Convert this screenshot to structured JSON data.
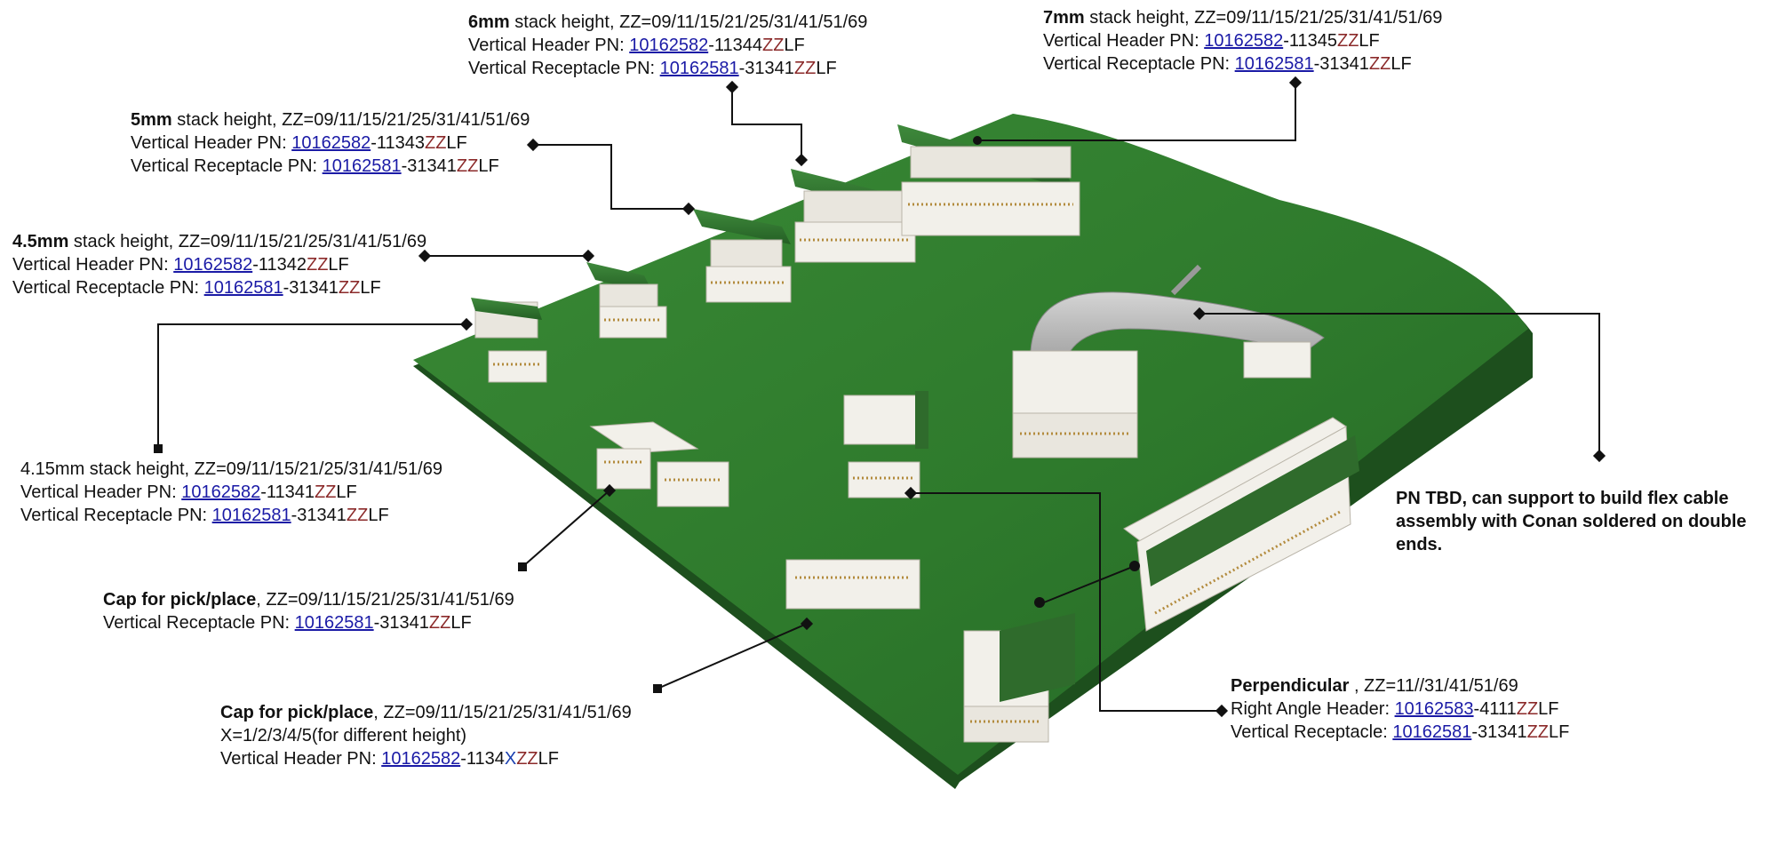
{
  "colors": {
    "pcb": "#2f7a2d",
    "pcb_dark": "#1f5a1f",
    "pn_link": "#1a1aa6",
    "zz": "#8b2a2a",
    "x": "#1a3fb0",
    "connector": "#f2f0ea",
    "flex": "#bfbfbf"
  },
  "c6": {
    "bold": "6mm",
    "rest": " stack height, ZZ=09/11/15/21/25/31/41/51/69",
    "h_label": "Vertical Header PN: ",
    "h_pn": "10162582",
    "h_suffix": "-11344",
    "h_zz": "ZZ",
    "h_end": "LF",
    "r_label": "Vertical Receptacle PN: ",
    "r_pn": "10162581",
    "r_suffix": "-31341",
    "r_zz": "ZZ",
    "r_end": "LF"
  },
  "c7": {
    "bold": "7mm",
    "rest": " stack height, ZZ=09/11/15/21/25/31/41/51/69",
    "h_label": "Vertical Header PN: ",
    "h_pn": "10162582",
    "h_suffix": "-11345",
    "h_zz": "ZZ",
    "h_end": "LF",
    "r_label": "Vertical Receptacle PN: ",
    "r_pn": "10162581",
    "r_suffix": "-31341",
    "r_zz": "ZZ",
    "r_end": "LF"
  },
  "c5": {
    "bold": "5mm",
    "rest": " stack height, ZZ=09/11/15/21/25/31/41/51/69",
    "h_label": "Vertical Header PN: ",
    "h_pn": "10162582",
    "h_suffix": "-11343",
    "h_zz": "ZZ",
    "h_end": "LF",
    "r_label": "Vertical Receptacle PN: ",
    "r_pn": "10162581",
    "r_suffix": "-31341",
    "r_zz": "ZZ",
    "r_end": "LF"
  },
  "c45": {
    "bold": "4.5mm",
    "rest": " stack height, ZZ=09/11/15/21/25/31/41/51/69",
    "h_label": "Vertical Header PN: ",
    "h_pn": "10162582",
    "h_suffix": "-11342",
    "h_zz": "ZZ",
    "h_end": "LF",
    "r_label": "Vertical Receptacle PN: ",
    "r_pn": "10162581",
    "r_suffix": "-31341",
    "r_zz": "ZZ",
    "r_end": "LF"
  },
  "c415": {
    "title": "4.15mm stack height, ZZ=09/11/15/21/25/31/41/51/69",
    "h_label": "Vertical Header PN: ",
    "h_pn": "10162582",
    "h_suffix": "-11341",
    "h_zz": "ZZ",
    "h_end": "LF",
    "r_label": "Vertical Receptacle PN: ",
    "r_pn": "10162581",
    "r_suffix": "-31341",
    "r_zz": "ZZ",
    "r_end": "LF"
  },
  "cap1": {
    "bold": "Cap for pick/place",
    "rest": ", ZZ=09/11/15/21/25/31/41/51/69",
    "r_label": "Vertical Receptacle PN: ",
    "r_pn": "10162581",
    "r_suffix": "-31341",
    "r_zz": "ZZ",
    "r_end": "LF"
  },
  "cap2": {
    "bold": "Cap for pick/place",
    "rest": ", ZZ=09/11/15/21/25/31/41/51/69",
    "x_line": "X=1/2/3/4/5(for different height)",
    "h_label": "Vertical Header PN: ",
    "h_pn": "10162582",
    "h_suffix": "-1134",
    "h_x": "X",
    "h_zz": "ZZ",
    "h_end": "LF"
  },
  "flex": {
    "text": "PN TBD, can support to build flex cable assembly with Conan soldered on double ends."
  },
  "perp": {
    "bold": "Perpendicular",
    "rest": " , ZZ=11//31/41/51/69",
    "h_label": "Right Angle Header: ",
    "h_pn": "10162583",
    "h_suffix": "-4111",
    "h_zz": "ZZ",
    "h_end": "LF",
    "r_label": "Vertical Receptacle: ",
    "r_pn": "10162581",
    "r_suffix": "-31341",
    "r_zz": "ZZ",
    "r_end": "LF"
  }
}
